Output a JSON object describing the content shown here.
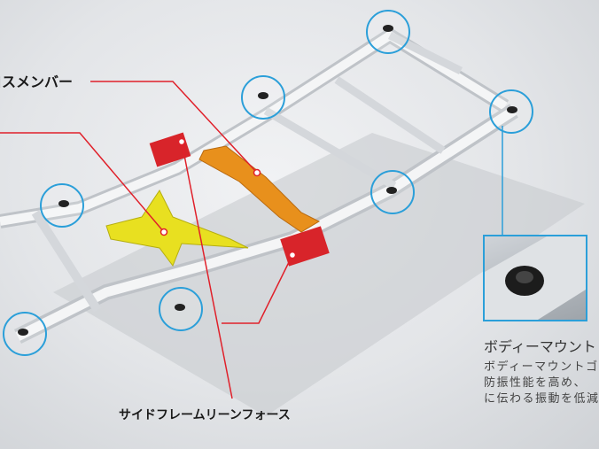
{
  "labels": {
    "cross_member": "ロスメンバー",
    "side_frame_reinforce": "サイドフレームリーンフォース"
  },
  "body_mount": {
    "title": "ボディーマウント",
    "desc_lines": [
      "ボディーマウントゴ",
      "防振性能を高め、",
      "に伝わる振動を低減"
    ]
  },
  "colors": {
    "callout_line": "#e0202a",
    "highlight_circle": "#2b9fd9",
    "cross_member": "#e8901c",
    "reinforce": "#e8e020",
    "side_reinforce": "#d8242a"
  }
}
